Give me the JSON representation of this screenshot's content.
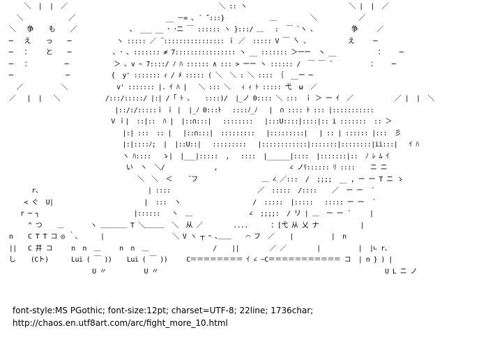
{
  "art": {
    "lines": [
      "      ＼  |  |  ／                                        ＼ :: ヽ                           ＼ |  |  ／",
      "    ＼            ／                        __ －= ､ ´ ̄`:::}            ＿         ＼           ／",
      "  ＼   争    も    ／              ､  ___ __ ･ ･ニ ￣ :::::: ヽ }:::/ ＿   :  ￣ `ヽ ､          争     ／",
      "  ─   え    っ    ─            ヽ ::::: ／ ̄ :::::::::::::::: ｉ ／  ::::: V ￣ ̄ヽ ､           え     ─",
      "  ─   ：    と    ─           ､ ･ ､ ::::::: ≠ 7:::::::::::::::: ヽ __ ::::::: ＞ーー  ヽ __           ：    ─",
      "  ─   ：         ─            ＞ ､ v ~ 7::::/ ﾉ ﾊ :::::: ∧ ::: > ーー ヽ :::::: /  ￣ ￣ ̄           ：    ─",
      "  ─              ─           {  y' ::::::: ｨ / ﾒ ::::: ( ＼  ＼ : ＼ :::: ｛  __ー ─",
      "    ／          ＼             v' ::::::: |. ｲ ﾊ |   ＼ ::: ＼   ｨ ｨ ﾄ ::::: 弋  ω  ／",
      "  ／   |  |   ＼            /:::/:::::/ |:| / ｢ ﾄ 、   ::::)/  |_ノ 0:::: ＼ :::  ｉ ＞ ー ｲ  ／           ／ |  |  ＼",
      "                              |::/:/:::::ｉ ｉ |  |_ﾉ 0:::ﾄ   ::::ﾉ_ﾉ   |  ∩ :::: ﾄ ::: |:::::::::::  ",
      "                             V ｉ|  ::|::  ﾊ |  |::∩:::|   ::::::::   |:::U::::|::::|:: i :::::::  :: ＞",
      "                                |:| :::  :: |   |::∩:::|  :::::::::   |:::::::::|   | :: | :::::: |:::  彡",
      "                                |:|::::ﾉ;  |  |::U::|   :::::::::   |::::::::::::|:::::::|::::::::|ii:::|   ｲ ﾊ",
      "                                ヽ ﾊ::::   ゝ|  |___|:::::  ,   ::::  |______|::::  |:::::::|::  ﾉ ﾚ ﾑ ｲ",
      "                                 い  ヽ  ＼/             ,                   ∠ ノﾘ:::::: ﾘ ::::    ニ ニ",
      "                                    ＼  ＼  ＜    ̄ フ                 ＿ ∠ ／:::  /  ;;;;  __ , ー ー T ニ ゝ",
      "        r、                            | ::::                       ／  :::::  /::::    ／  ー ー  ´",
      "      < ぐ  U|                        |  :::  ヽ                   /  :::::  |:::::   ::::: ー ー  ´",
      "     r ─ ┐                         |::::::   ヽ  ＿               ∠  ;;;;:  / リ | ＿  ー ー ´     |",
      "       ^ つ    ＿       ヽ ＿＿＿＿ T ＼＿＿＿  ＼  从 ／        ....      ：[弋 从 乂 ナ           |",
      "  n    C T T コ ◎ ｀、     |                  ＼ V ヽ ┬ ｰ ､＿＿    ⌒ フ  ／    |          |  n",
      "  ||   C 井 コ     n  n  ＿     n  n  ＿                 /    ||        ／ ／        |          |  |∟ r、",
      "  し    (Cト)      Lui ( ￣ ))    Lui ( ￣ ))     C＝＝＝＝＝＝＝＝ ｲ ∠ ~C＝＝＝＝＝＝＝＝＝＝＝ コ  | n } ) |",
      "                        U 〃          U 〃                                                            U L ニ ノ"
    ]
  },
  "caption": {
    "font_info": "font-style:MS PGothic; font-size:12pt; charset=UTF-8; 22line; 1736char;",
    "url": "http://chaos.en.utf8art.com/arc/fight_more_10.html"
  }
}
